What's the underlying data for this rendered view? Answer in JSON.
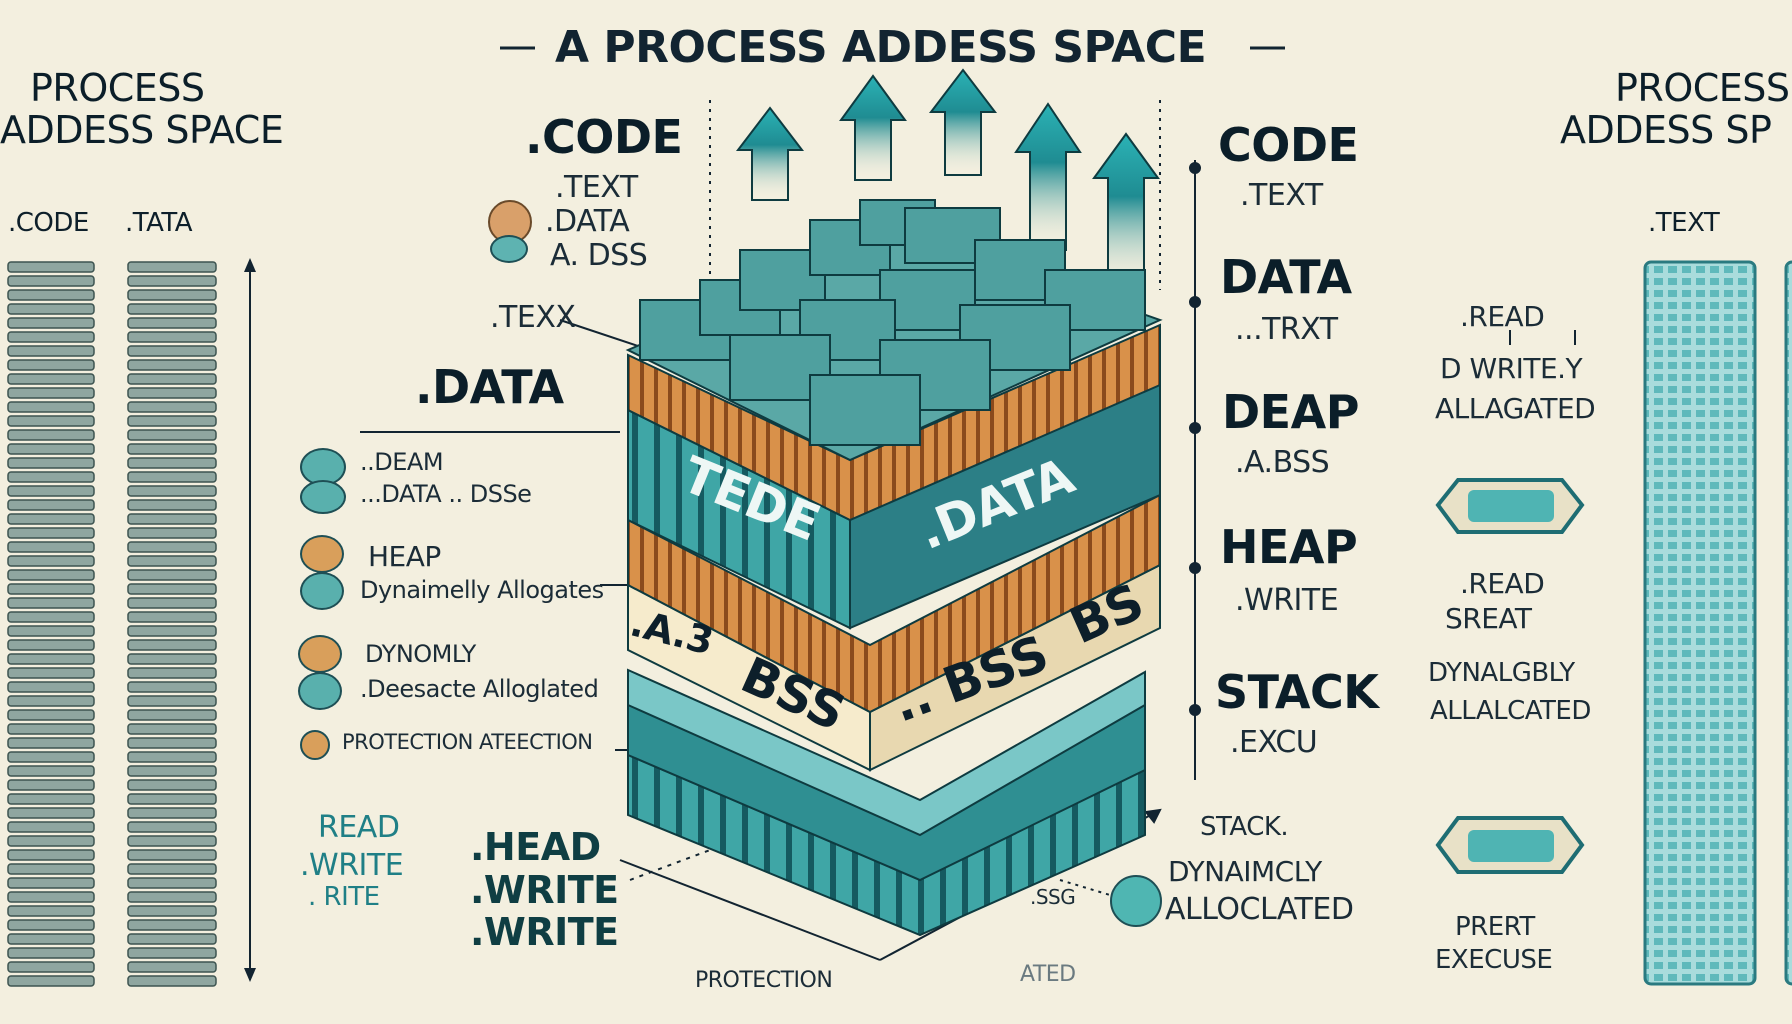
{
  "title": "A PROCESS ADDESS SPACE",
  "left_panel": {
    "heading_line1": "PROCESS",
    "heading_line2": "ADDESS SPACE",
    "col1_label": ".CODE",
    "col2_label": ".TATA"
  },
  "right_panel": {
    "heading_line1": "PROCESS",
    "heading_line2": "ADDESS SP",
    "col1_label": ".TEXT"
  },
  "stack_labels": {
    "face_front": "TEDE",
    "face_side": ".DATA",
    "bss_front": "BSS",
    "bss_mid": ".. BSS",
    "bss_right": "BS",
    "bss_left": ".A.3"
  },
  "left_labels": {
    "code": ".CODE",
    "text": ".TEXT",
    "data_small": ".DATA",
    "bss_small": "A. DSS",
    "texx": ".TEXX",
    "data_big": ".DATA",
    "deam": "..DEAM",
    "data_dsse": "...DATA  .. DSSe",
    "heap": "HEAP",
    "dyn_alloc": "Dynaimelly Allogates",
    "dynomly": "DYNOMLY",
    "desc_alloc": ".Deesacte Alloglated",
    "protection": "PROTECTION ATEECTION",
    "read": "READ",
    "write": ".WRITE",
    "rite": ". RITE",
    "head": ".HEAD",
    "write2": ".WRITE",
    "write3": ".WRITE"
  },
  "right_labels": {
    "code": "CODE",
    "text": ".TEXT",
    "data": "DATA",
    "trxt": "...TRXT",
    "deap": "DEAP",
    "bss": ".A.BSS",
    "heap": "HEAP",
    "write": ".WRITE",
    "stack": "STACK",
    "excu": ".EXCU",
    "stack2": "STACK.",
    "dynamically": "DYNAIMCLY",
    "allocated": "ALLOCLATED",
    "ssg": ".SSG"
  },
  "far_right_labels": {
    "read": ".READ",
    "dwrite": "D WRITE.Y",
    "allagated": "ALLAGATED",
    "read2": ".READ",
    "rear": "SREAT",
    "dynalegbly": "DYNALGBLY",
    "allalcated": "ALLALCATED",
    "prert": "PRERT",
    "execuse": "EXECUSE"
  },
  "bottom_labels": {
    "protection": "PROTECTION",
    "ated": "ATED"
  },
  "colors": {
    "teal": "#3fa6a6",
    "teal_dark": "#1e6d73",
    "orange": "#d9914a",
    "beige": "#e8d8b0",
    "ink": "#0b1e29"
  }
}
